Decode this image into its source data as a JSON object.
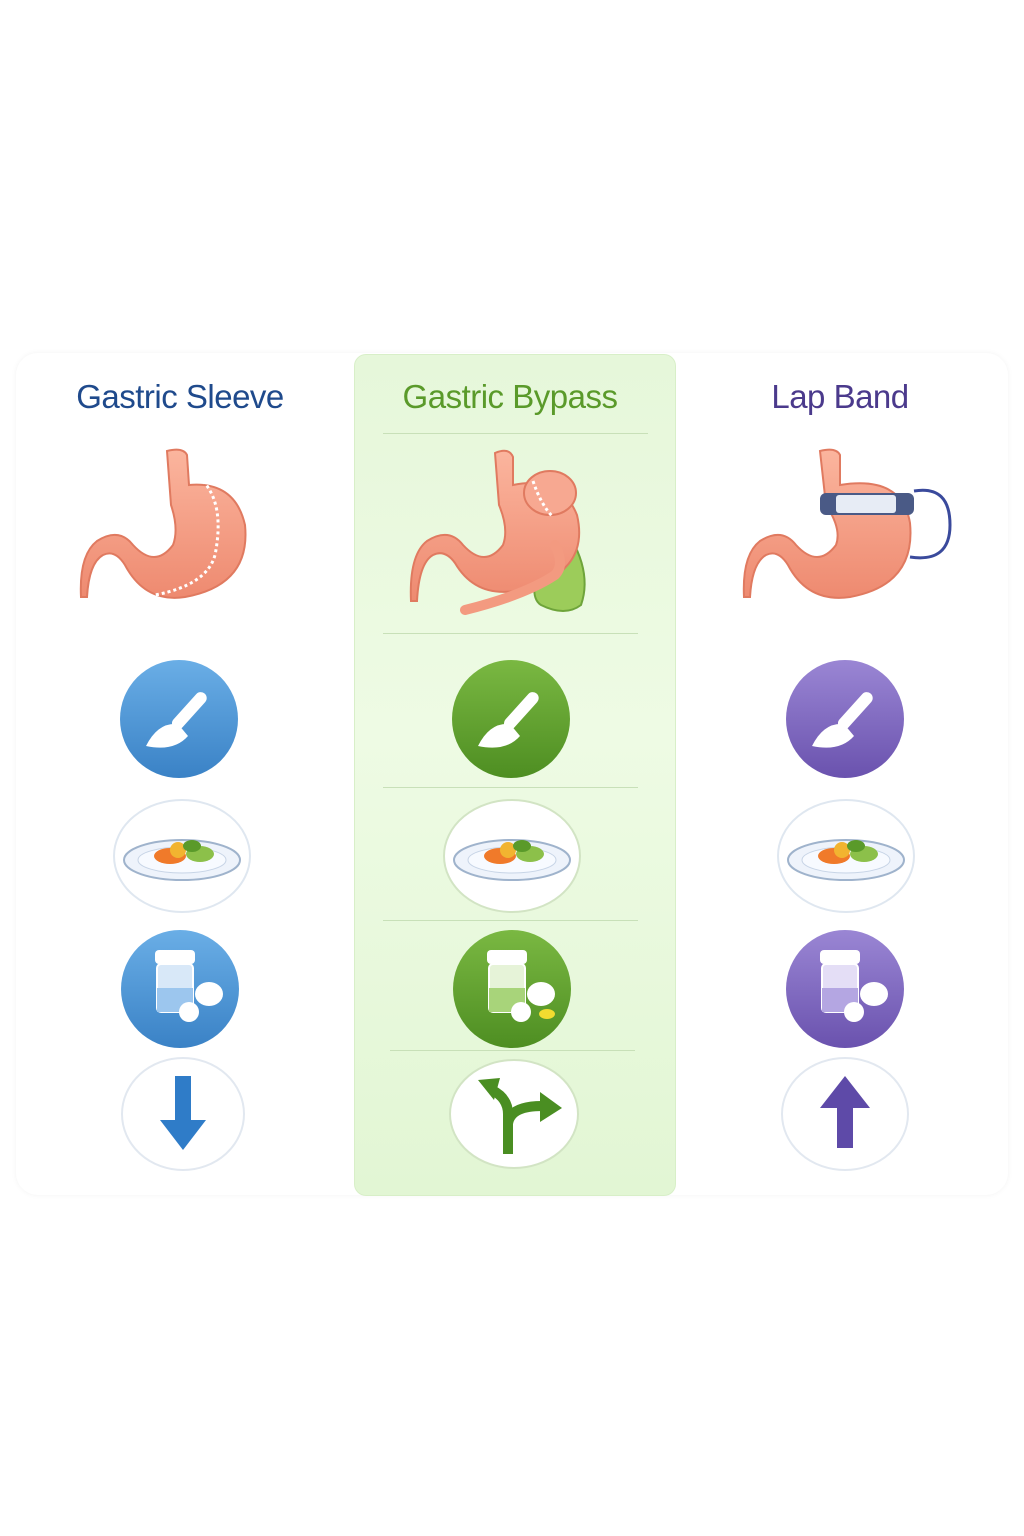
{
  "columns": [
    {
      "title": "Gastric Sleeve",
      "accent": "#1f4a8c",
      "icon_color": "#4a90d0",
      "stomach_icon": "stomach-sleeve-icon",
      "rows": [
        "scalpel-icon",
        "meal-plate-icon",
        "supplement-icon",
        "arrow-down-icon"
      ]
    },
    {
      "title": "Gastric Bypass",
      "accent": "#5a9a2a",
      "icon_color": "#5e9e2c",
      "highlighted": true,
      "stomach_icon": "stomach-bypass-icon",
      "rows": [
        "scalpel-icon",
        "meal-plate-icon",
        "supplement-icon",
        "branching-arrow-icon"
      ]
    },
    {
      "title": "Lap Band",
      "accent": "#4b3a8c",
      "icon_color": "#7a64bd",
      "stomach_icon": "stomach-band-icon",
      "rows": [
        "scalpel-icon",
        "meal-plate-icon",
        "supplement-icon",
        "arrow-up-icon"
      ]
    }
  ],
  "colors": {
    "stomach": "#f39a80",
    "stomach_light": "#fbc1ae",
    "highlight_bg": "#e8f8dc"
  }
}
